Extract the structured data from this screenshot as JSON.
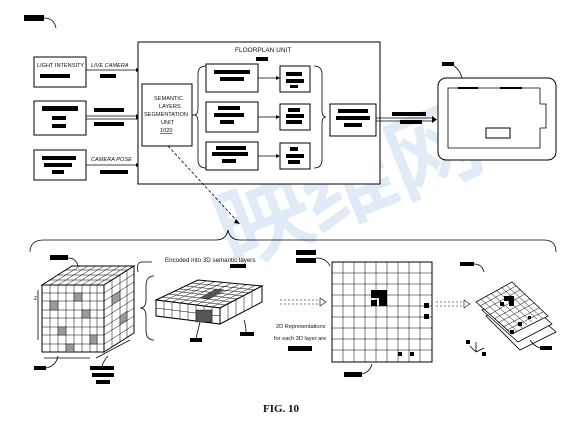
{
  "labels": {
    "floorplan_unit": "FLOORPLAN UNIT",
    "light_intensity": "LIGHT INTENSITY",
    "live_camera": "LIVE CAMERA",
    "camera_pose": "CAMERA POSE",
    "seg_line1": "SEMANTIC",
    "seg_line2": "LAYERS",
    "seg_line3": "SEGMENTATION",
    "seg_line4": "UNIT",
    "seg_number": "1020",
    "encoded": "Encoded into 3D semantic layers",
    "rep_line1": "2D Representations",
    "rep_line2": "for each 3D layer are",
    "axis_z": "z",
    "figure_caption": "FIG. 10"
  },
  "watermark": {
    "text": "映维网",
    "color": "#c9dcf3"
  },
  "colors": {
    "ink": "#000000",
    "cube_gray": "#9a9a9a",
    "cube_light": "#e6e6e6"
  }
}
